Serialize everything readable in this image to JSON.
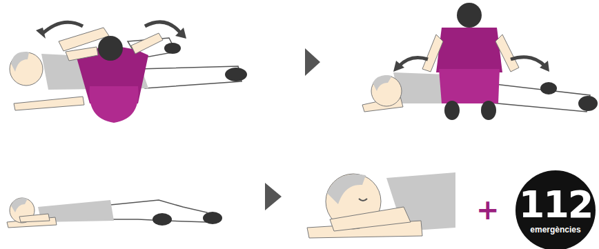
{
  "diagram": {
    "nodes": [
      {
        "text": [
          "112",
          "emergències"
        ]
      }
    ],
    "labels": [
      "+"
    ]
  }
}
